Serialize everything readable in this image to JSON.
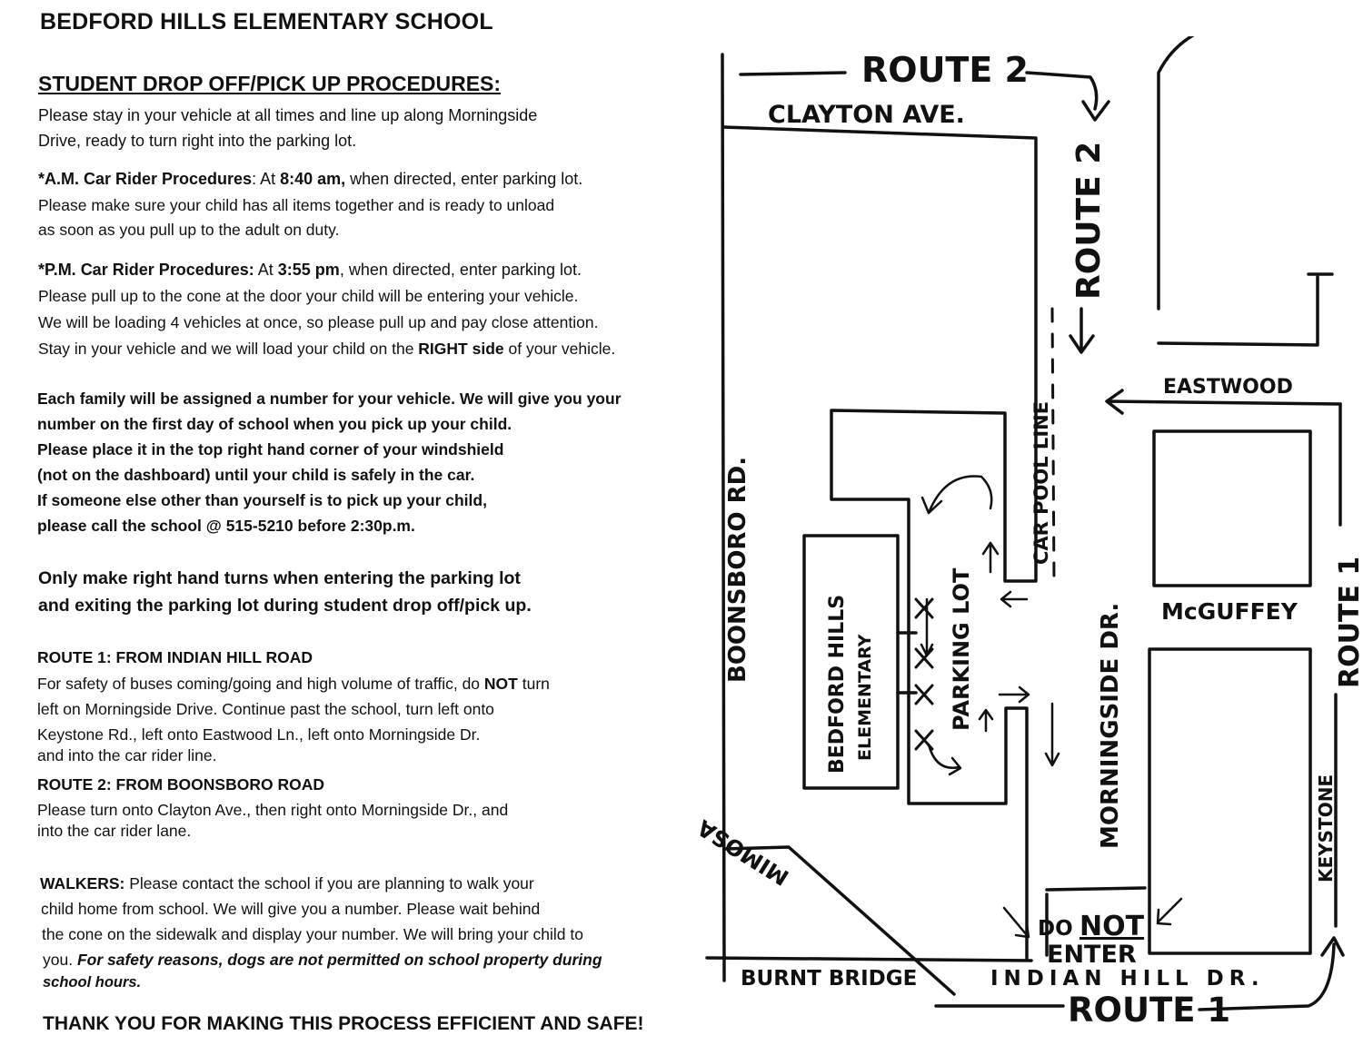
{
  "document": {
    "title": "BEDFORD HILLS ELEMENTARY SCHOOL",
    "heading": "STUDENT DROP OFF/PICK UP PROCEDURES:",
    "intro": [
      "Please stay in your vehicle at all times and line up along Morningside",
      "Drive, ready to turn right into the parking lot."
    ],
    "am": {
      "label": "*A.M. Car Rider Procedures",
      "time_prefix": ": At ",
      "time": "8:40 am,",
      "line1_rest": " when directed, enter parking lot.",
      "line2": "Please make sure your child has all items together and is ready to unload",
      "line3": "as soon as you pull up to the adult on duty."
    },
    "pm": {
      "label": "*P.M. Car Rider Procedures:",
      "time_prefix": " At ",
      "time": "3:55 pm",
      "line1_rest": ", when directed, enter parking lot.",
      "line2": "Please pull up to the cone at the door your child will be entering your vehicle.",
      "line3": "We will be loading 4 vehicles at once, so please pull up and pay close attention.",
      "line4_pre": "Stay in your vehicle and we will load your child on the ",
      "line4_bold": "RIGHT side",
      "line4_post": " of your vehicle."
    },
    "family": [
      "Each family will be assigned a number for your vehicle. We will give you your",
      "number on the first day of school when you pick up your child.",
      "Please place it in the top right hand corner of your windshield",
      "(not on the dashboard) until your child is safely in the car.",
      "If someone else other than yourself is to pick up your child,",
      "please call the school @ 515-5210 before 2:30p.m."
    ],
    "turns": [
      "Only make right hand turns when entering the parking lot",
      "and exiting the parking lot during student drop off/pick up."
    ],
    "route1": {
      "heading": "ROUTE 1: FROM INDIAN HILL ROAD",
      "line1_pre": "For safety of buses coming/going and high volume of traffic, do ",
      "line1_bold": "NOT",
      "line1_post": " turn",
      "line2": "left on Morningside Drive.  Continue past the school, turn left onto",
      "line3": "Keystone Rd., left onto Eastwood Ln., left onto Morningside Dr.",
      "line4": "and into the car rider line."
    },
    "route2": {
      "heading": "ROUTE 2: FROM BOONSBORO ROAD",
      "line1": "Please turn onto Clayton Ave., then right onto Morningside Dr., and",
      "line2": "into the car rider lane."
    },
    "walkers": {
      "label": "WALKERS:",
      "line1_rest": " Please contact the school if you are planning to walk your",
      "line2": "child home from school.  We will give you a number.  Please wait behind",
      "line3": "the cone on the sidewalk and display your number.  We will bring your child to",
      "line4_pre": "you. ",
      "line4_italic": "For safety reasons, dogs are not permitted on school property during",
      "line5_italic": "school hours."
    },
    "thanks": "THANK YOU FOR MAKING THIS PROCESS EFFICIENT AND SAFE!"
  },
  "map": {
    "route2_top": "ROUTE 2",
    "clayton": "CLAYTON AVE.",
    "route2_side": "ROUTE 2",
    "eastwood": "EASTWOOD",
    "car_pool_line": "CAR POOL LINE",
    "boonsboro": "BOONSBORO RD.",
    "school_line1": "BEDFORD HILLS",
    "school_line2": "ELEMENTARY",
    "parking_lot": "PARKING LOT",
    "morningside": "MORNINGSIDE DR.",
    "mcguffey": "McGUFFEY",
    "route1_side": "ROUTE 1",
    "keystone": "KEYSTONE",
    "mimosa": "MIMOSA",
    "do_not_enter_1": "DO",
    "do_not_enter_2": "NOT",
    "do_not_enter_3": "ENTER",
    "burnt_bridge": "BURNT BRIDGE",
    "indian_hill": "INDIAN HILL DR.",
    "route1_bottom": "ROUTE 1"
  }
}
